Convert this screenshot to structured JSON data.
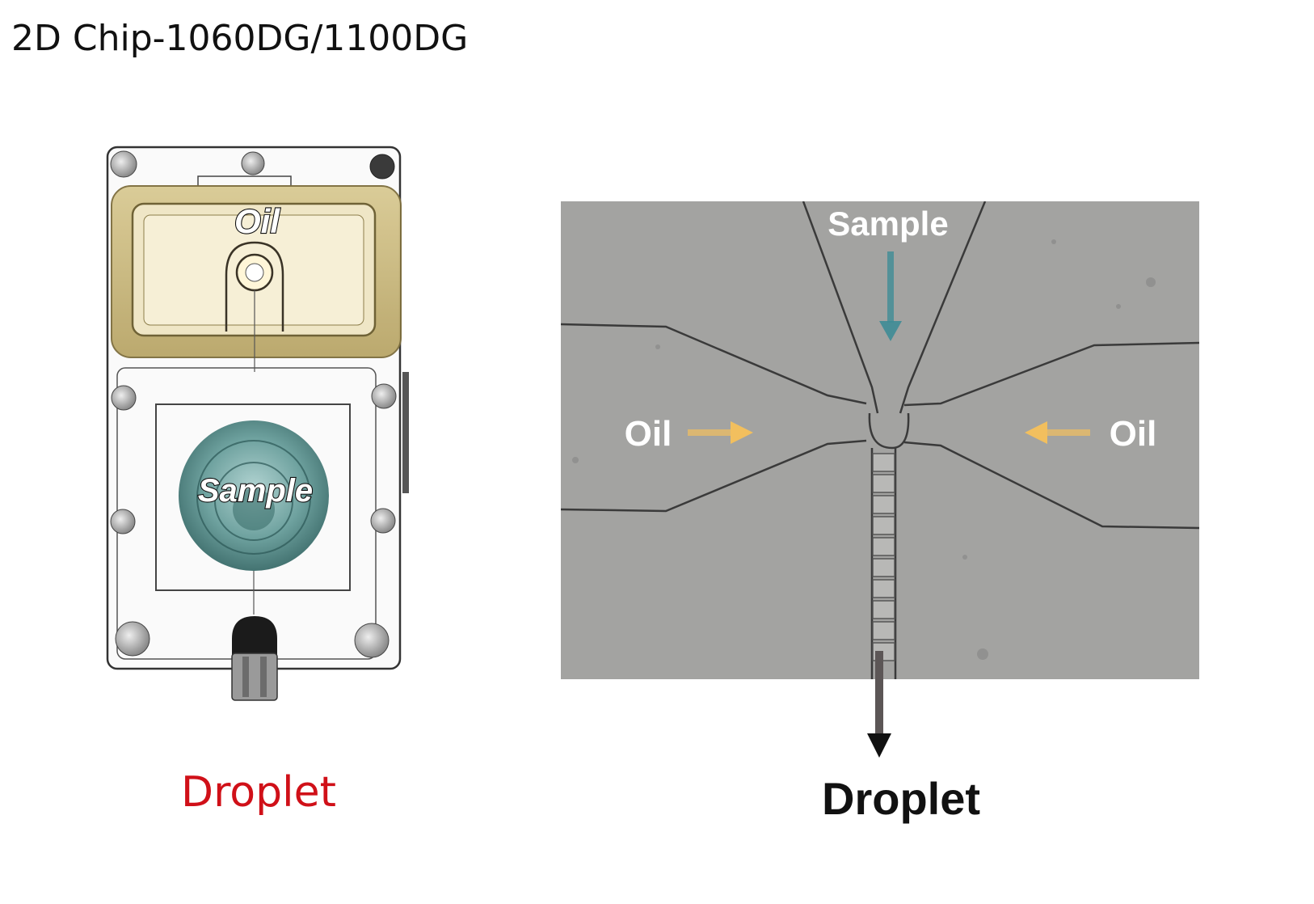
{
  "title": "2D Chip-1060DG/1100DG",
  "chip": {
    "oil_label": "Oil",
    "sample_label": "Sample",
    "caption": "Droplet",
    "caption_color": "#d01018",
    "oil_reservoir_color": "#c9b77a",
    "sample_well_color": "#4f8b8a"
  },
  "micrograph": {
    "sample_label": "Sample",
    "oil_left_label": "Oil",
    "oil_right_label": "Oil",
    "caption": "Droplet",
    "sample_arrow_color": "#3e8c96",
    "oil_arrow_color": "#f2bf5e",
    "outlet_arrow_color": "#111111"
  }
}
